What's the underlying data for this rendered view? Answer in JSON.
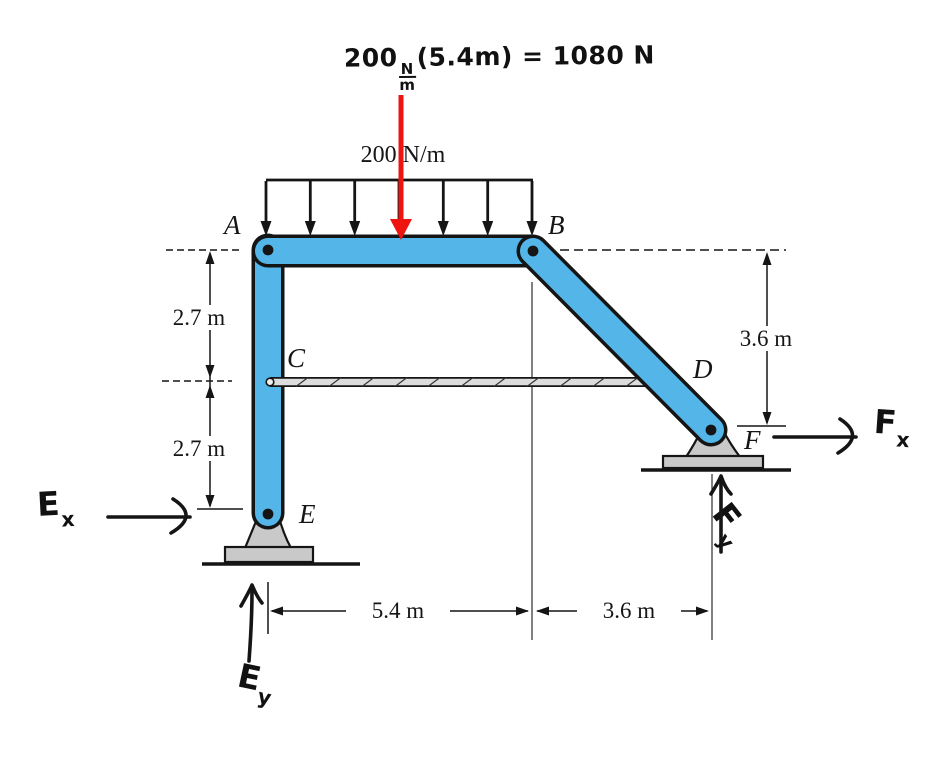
{
  "figure": {
    "type": "free-body-diagram",
    "handwritten_annotation": {
      "coefficient": "200",
      "fraction_numerator": "N",
      "fraction_denominator": "m",
      "suffix": "(5.4m) = 1080 N"
    },
    "distributed_load_label": "200 N/m",
    "point_labels": {
      "A": "A",
      "B": "B",
      "C": "C",
      "D": "D",
      "E": "E",
      "F": "F"
    },
    "dimension_labels": {
      "left_upper": "2.7 m",
      "left_lower": "2.7 m",
      "right_vertical": "3.6 m",
      "bottom_left": "5.4 m",
      "bottom_right": "3.6 m"
    },
    "reactions": {
      "Ex": {
        "base": "E",
        "sub": "x"
      },
      "Ey": {
        "base": "E",
        "sub": "y"
      },
      "Fx": {
        "base": "F",
        "sub": "x"
      },
      "Fy": {
        "base": "F",
        "sub": "y"
      }
    },
    "colors": {
      "member": "#54b6e8",
      "link": "#dcdcdc",
      "support": "#c9c9c9",
      "ink": "#151515",
      "red": "#ee1410"
    }
  }
}
